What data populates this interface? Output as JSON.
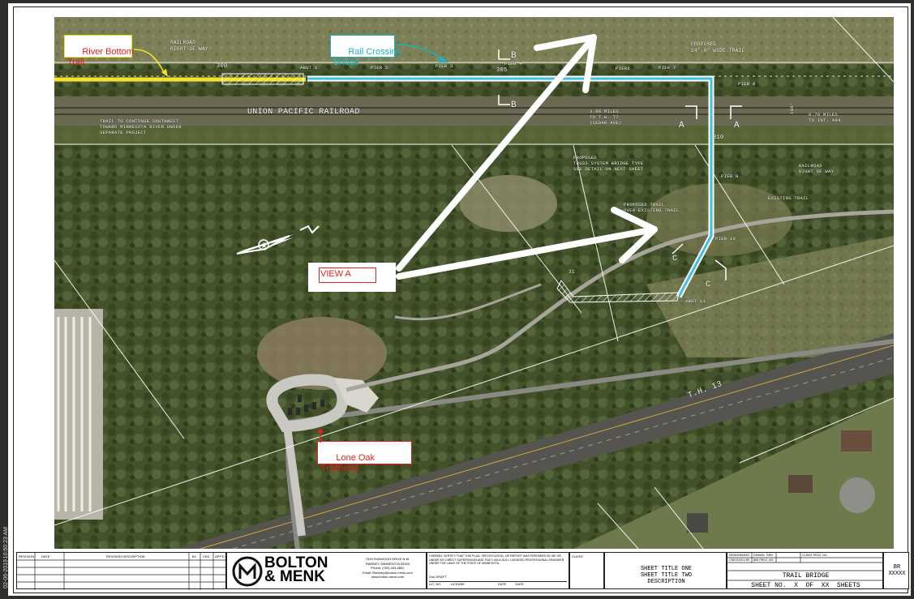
{
  "left_margin": {
    "date_stamp": "02-06-2019",
    "time_stamp": "10:50:23 AM"
  },
  "callouts": {
    "river_bottom_trail": "River Bottom\nTrail",
    "rail_crossing_bridge": "Rail Crossing\nBridge",
    "view_a": "VIEW A",
    "lone_oak_trailhead": "Lone Oak\nTrailhead"
  },
  "annotations": {
    "railroad_row": "RAILROAD\nRIGHT OF WAY",
    "station_300": "300",
    "station_305": "305",
    "station_310": "310",
    "abut_1": "ABUT 1",
    "abut_11": "ABUT 11",
    "pier_2": "PIER 2",
    "pier_3": "PIER 3",
    "pier_4": "PIER 4",
    "pier_6": "PIER6",
    "pier_7": "PIER 7",
    "pier_8": "PIER 8",
    "pier_9": "PIER 9",
    "pier_10": "PIER 10",
    "proposed_trail_top": "PROPOSED\n14'-0\" WIDE TRAIL",
    "union_pacific": "UNION PACIFIC RAILROAD",
    "trail_to_continue": "TRAIL TO CONTINUE SOUTHWEST\nTOWARD MINNESOTA RIVER UNDER\nSEPARATE PROJECT",
    "miles_thwy": "3.96 MILES\nTO T.H. 77\n(CEDAR AVE)",
    "miles_int": "0.78 MILES\nTO INT. 494",
    "dim_100": "100'",
    "truss_note": "PROPOSED\nTRUSS SYSTEM BRIDGE TYPE\nSEE DETAIL ON NEXT SHEET",
    "railroad_row_right": "RAILROAD\nRIGHT OF WAY",
    "proposed_trail_over": "PROPOSED TRAIL\nOVER EXISTING TRAIL",
    "existing_trail": "EXISTING TRAIL",
    "th13": "T.H. 13",
    "section_b": "B",
    "section_a": "A",
    "section_c": "C",
    "station_311": "31"
  },
  "title_block": {
    "revisions": {
      "headers": [
        "REVISION",
        "DATE",
        "REVISION DESCRIPTION",
        "BY",
        "CKD.",
        "APP'D."
      ]
    },
    "company": {
      "name_line1": "BOLTON",
      "name_line2": "& MENK",
      "address": "7533 SUNWOOD DRIVE N.W.\nRAMSEY, MINNESOTA 55303\nPhone: (763) 433-2851\nEmail: Ramsey@bolton-menk.com\nwww.bolton-menk.com"
    },
    "certification": "I HEREBY CERTIFY THAT THIS PLAN, SPECIFICATION, OR REPORT WAS PREPARED BY ME OR UNDER MY DIRECT SUPERVISION AND THAT I AM A DULY LICENSED PROFESSIONAL ENGINEER UNDER THE LAWS OF THE STATE OF MINNESOTA.",
    "cert_fields": {
      "name": "Doc.DRAFT",
      "lic_label": "LIC. NO.",
      "lic_value": "LICENSE",
      "date_label": "DATE",
      "date_value": "DATE"
    },
    "client_label": "CLIENT",
    "sheet_titles": [
      "SHEET TITLE ONE",
      "SHEET TITLE TWO",
      "DESCRIPTION"
    ],
    "project": {
      "designed_label": "DESIGNED",
      "designed_value": "DES",
      "drawn_label": "DRAWN",
      "drawn_value": "DRN",
      "checked_label": "CHECKED",
      "checked_value": "CHK",
      "client_proj": "CLIENT PROJ. NO.",
      "bmi_label": "BMI PROJ. NO.",
      "title": "TRAIL BRIDGE",
      "sheet_no": "SHEET NO.  X  OF  XX  SHEETS"
    },
    "sheet_id": "BR\nXXXXX"
  },
  "colors": {
    "highlight_yellow": "#f7e22a",
    "bridge_cyan": "#3fbfe0",
    "label_red": "#e2211c",
    "label_cyan": "#18b3c4",
    "arrow_white": "#ffffff"
  },
  "icons": [
    "bolton-menk-logo",
    "north-arrow-icon",
    "view-arrow-icon"
  ]
}
